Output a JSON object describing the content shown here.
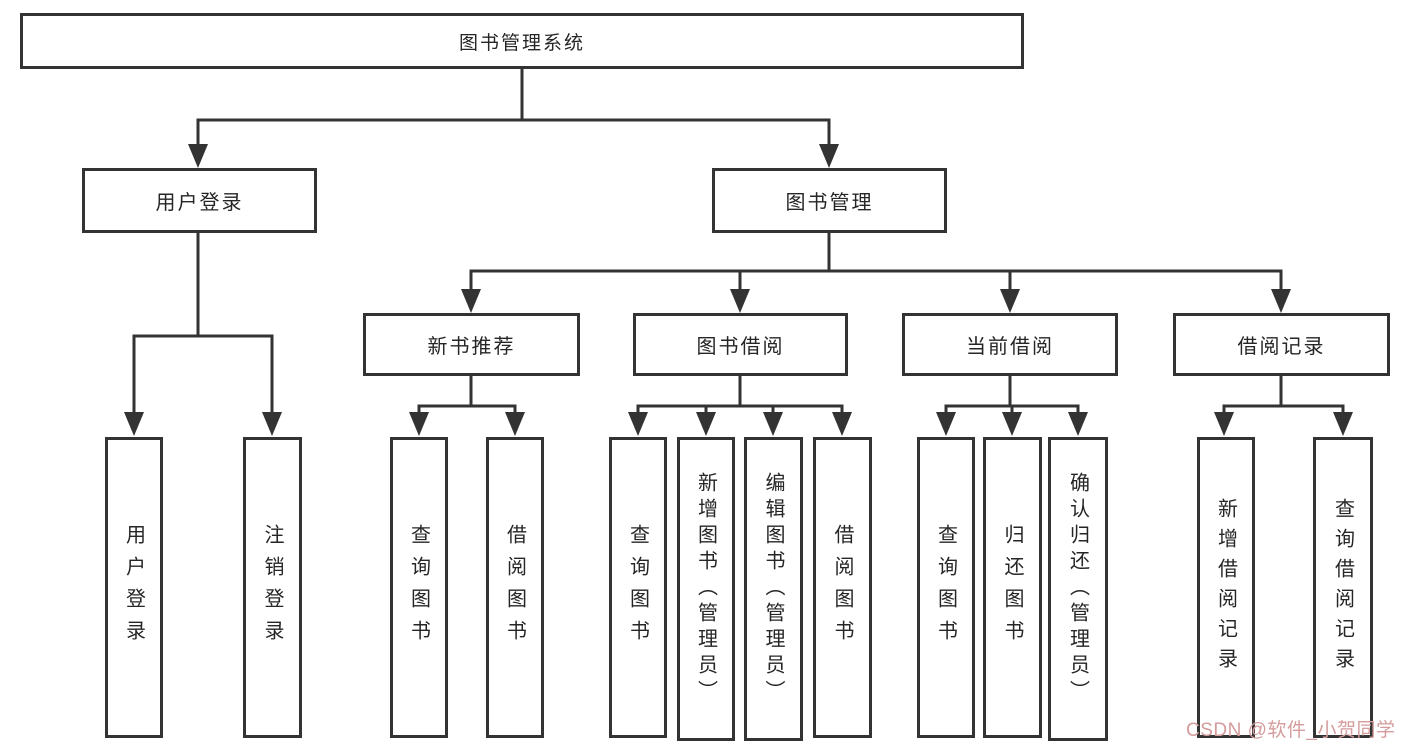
{
  "diagram_title": "图书管理系统",
  "hierarchy": {
    "label": "图书管理系统",
    "children": [
      {
        "label": "用户登录",
        "children": [
          {
            "label": "用户登录"
          },
          {
            "label": "注销登录"
          }
        ]
      },
      {
        "label": "图书管理",
        "children": [
          {
            "label": "新书推荐",
            "children": [
              {
                "label": "查询图书"
              },
              {
                "label": "借阅图书"
              }
            ]
          },
          {
            "label": "图书借阅",
            "children": [
              {
                "label": "查询图书"
              },
              {
                "label": "新增图书（管理员）"
              },
              {
                "label": "编辑图书（管理员）"
              },
              {
                "label": "借阅图书"
              }
            ]
          },
          {
            "label": "当前借阅",
            "children": [
              {
                "label": "查询图书"
              },
              {
                "label": "归还图书"
              },
              {
                "label": "确认归还（管理员）"
              }
            ]
          },
          {
            "label": "借阅记录",
            "children": [
              {
                "label": "新增借阅记录"
              },
              {
                "label": "查询借阅记录"
              }
            ]
          }
        ]
      }
    ]
  },
  "watermark": {
    "text": "CSDN @软件_小贺同学"
  },
  "colors": {
    "line": "#333333",
    "text": "#262626",
    "watermark": "#d49c9c",
    "background": "#ffffff"
  }
}
